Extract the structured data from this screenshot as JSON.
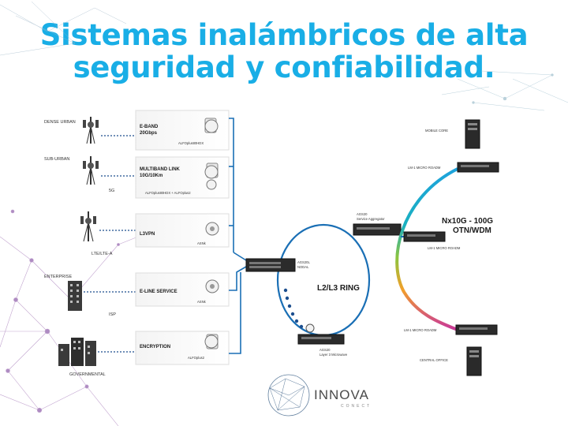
{
  "title": {
    "line1": "Sistemas inalámbricos de alta",
    "line2": "seguridad y confiabilidad."
  },
  "colors": {
    "title": "#19aee6",
    "ring": "#1a6fb5",
    "dashed": "#1c4e8e",
    "gradient_top": "#1ea3dc",
    "gradient_mid": "#8bc43f",
    "gradient_bottom": "#c8389a"
  },
  "sites": {
    "dense_urban": "DENSE URBAN",
    "sub_urban": "SUB-URBAN",
    "g5": "5G",
    "lte": "LTE/LTE-A",
    "enterprise": "ENTERPRISE",
    "isp": "ISP",
    "governmental": "GOVERNMENTAL"
  },
  "links": [
    {
      "title": "E-BAND",
      "subtitle": "20Gbps",
      "device": "ALFOplus80HDX"
    },
    {
      "title": "MULTIBAND LINK",
      "subtitle": "10G/10Km",
      "device": "ALFOplus80HDX + ALFOplus2"
    },
    {
      "title": "L3VPN",
      "subtitle": "",
      "device": "ASNk"
    },
    {
      "title": "E-LINE SERVICE",
      "subtitle": "",
      "device": "ASNk"
    },
    {
      "title": "ENCRYPTION",
      "subtitle": "",
      "device": "ALFOplus2"
    }
  ],
  "ring": {
    "label": "L2/L3 RING",
    "nodal_name": "AGS20L",
    "nodal_role": "NODAL",
    "aggregator_name": "AGS20",
    "aggregator_role": "Service Aggregator",
    "microwave_name": "AGS20",
    "microwave_role": "Layer 3 Microwave"
  },
  "otn": {
    "line1": "Nx10G - 100G",
    "line2": "OTN/WDM",
    "mobile_core": "MOBILE CORE",
    "central_office": "CENTRAL OFFICE",
    "roadm_top": "LM-1 MICRO ROADM",
    "roadm_mid": "LM-1 MICRO ROADM",
    "roadm_bottom": "LM-1 MICRO ROADM"
  },
  "logo": {
    "name": "INNOVA",
    "tagline": "CONECT"
  }
}
